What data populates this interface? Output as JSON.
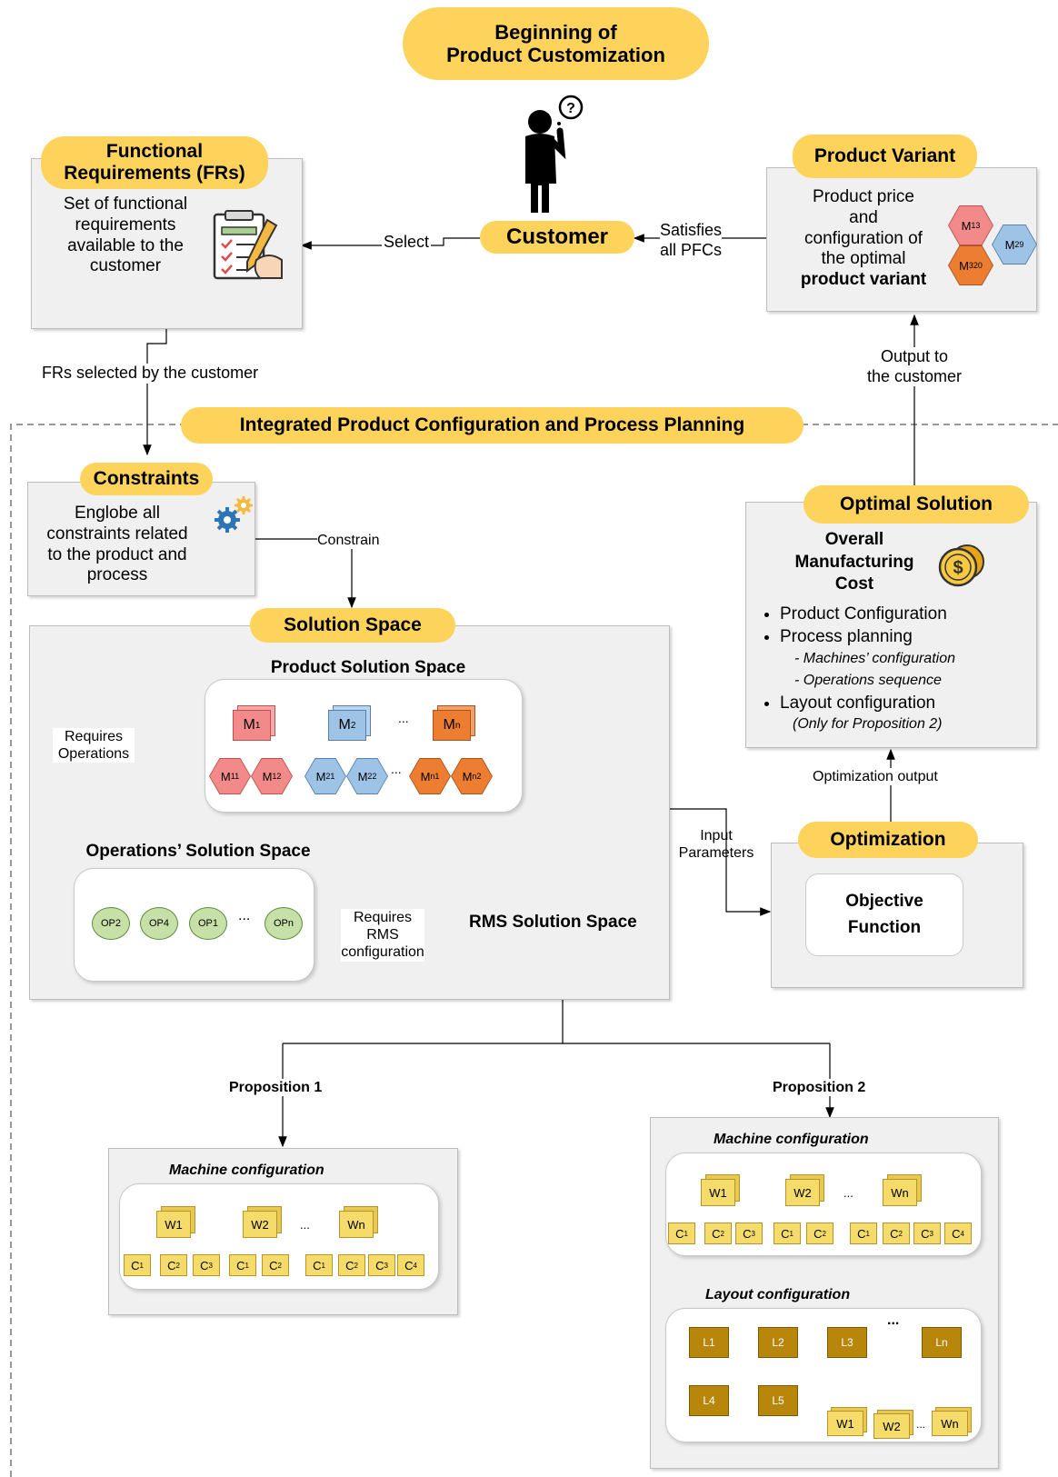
{
  "beginning": {
    "line1": "Beginning of",
    "line2": "Product Customization"
  },
  "functional_requirements": {
    "title_line1": "Functional",
    "title_line2": "Requirements (FRs)",
    "body": [
      "Set of functional",
      "requirements",
      "available to the",
      "customer"
    ]
  },
  "customer": {
    "label": "Customer",
    "question_mark": "?"
  },
  "select_label": "Select",
  "satisfies_label": [
    "Satisfies",
    "all PFCs"
  ],
  "product_variant": {
    "title": "Product Variant",
    "body": [
      "Product price",
      "and",
      "configuration of",
      "the optimal"
    ],
    "body_bold": "product variant",
    "hexes": [
      {
        "base": "M",
        "sub": "13",
        "color": "#f28a8a"
      },
      {
        "base": "M",
        "sub": "29",
        "color": "#9dc3e6"
      },
      {
        "base": "M",
        "sub": "320",
        "color": "#ed7d31"
      }
    ]
  },
  "frs_selected_label": "FRs selected by the customer",
  "output_to_customer": [
    "Output to",
    "the customer"
  ],
  "integrated_title": "Integrated Product Configuration and Process Planning",
  "constraints": {
    "title": "Constraints",
    "body": [
      "Englobe all",
      "constraints related",
      "to the product and",
      "process"
    ]
  },
  "constrain_label": "Constrain",
  "optimal_solution": {
    "title": "Optimal Solution",
    "cost_title": [
      "Overall",
      "Manufacturing",
      "Cost"
    ],
    "items": [
      "Product Configuration",
      "Process planning"
    ],
    "sub_items": [
      "- Machines’ configuration",
      "- Operations sequence"
    ],
    "item3": "Layout configuration",
    "note": "(Only for Proposition 2)"
  },
  "optimization_output_label": "Optimization output",
  "solution_space": {
    "title": "Solution Space",
    "product_title": "Product Solution Space",
    "modules": [
      {
        "base": "M",
        "sub": "1",
        "children": [
          {
            "base": "M",
            "sub": "11"
          },
          {
            "base": "M",
            "sub": "12"
          }
        ],
        "color": "#f28a8a",
        "border": "#c0504d"
      },
      {
        "base": "M",
        "sub": "2",
        "children": [
          {
            "base": "M",
            "sub": "21"
          },
          {
            "base": "M",
            "sub": "22"
          }
        ],
        "color": "#9dc3e6",
        "border": "#5b7fa8"
      },
      {
        "base": "M",
        "sub": "n",
        "children": [
          {
            "base": "M",
            "sub": "n1"
          },
          {
            "base": "M",
            "sub": "n2"
          }
        ],
        "color": "#ed7d31",
        "border": "#a8541d"
      }
    ],
    "ellipsis": "...",
    "requires_operations": [
      "Requires",
      "Operations"
    ],
    "operations_title": "Operations’ Solution Space",
    "operations": [
      "OP2",
      "OP4",
      "OP1",
      "OPn"
    ],
    "requires_rms": [
      "Requires",
      "RMS",
      "configuration"
    ],
    "rms_title": "RMS Solution Space"
  },
  "input_parameters": [
    "Input",
    "Parameters"
  ],
  "optimization": {
    "title": "Optimization",
    "objective": [
      "Objective",
      "Function"
    ]
  },
  "proposition1": {
    "label": "Proposition 1",
    "machine_title": "Machine configuration",
    "workstations": [
      {
        "name": "W1",
        "components": [
          {
            "b": "C",
            "s": "1"
          },
          {
            "b": "C",
            "s": "2"
          },
          {
            "b": "C",
            "s": "3"
          }
        ]
      },
      {
        "name": "W2",
        "components": [
          {
            "b": "C",
            "s": "1"
          },
          {
            "b": "C",
            "s": "2"
          }
        ]
      },
      {
        "name": "Wn",
        "components": [
          {
            "b": "C",
            "s": "1"
          },
          {
            "b": "C",
            "s": "2"
          },
          {
            "b": "C",
            "s": "3"
          },
          {
            "b": "C",
            "s": "4"
          }
        ]
      }
    ]
  },
  "proposition2": {
    "label": "Proposition 2",
    "machine_title": "Machine configuration",
    "layout_title": "Layout configuration",
    "layout_top": [
      "L1",
      "L2",
      "L3",
      "Ln"
    ],
    "layout_bottom": [
      "L4",
      "L5"
    ],
    "layout_workstations": [
      "W1",
      "W2",
      "Wn"
    ]
  },
  "colors": {
    "accent_yellow": "#fdd35b",
    "panel_gray": "#f0f0f0",
    "op_green": "#c7e0a7",
    "layout_gold": "#b8860b"
  }
}
